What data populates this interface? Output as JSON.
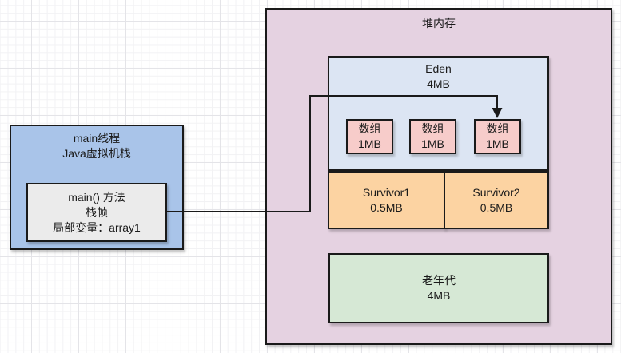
{
  "colors": {
    "canvas-bg": "#ffffff",
    "grid-minor": "#f2f2f4",
    "grid-major": "#e4e4e8",
    "page-divider": "#b9b9b9",
    "stroke": "#1a1a1a",
    "text": "#1a1a1a",
    "main-thread-fill": "#a9c4e9",
    "stack-frame-fill": "#ebebeb",
    "heap-fill": "#e5d2e1",
    "eden-fill": "#dce5f3",
    "array-fill": "#f7ccca",
    "survivor-fill": "#fcd3a2",
    "old-gen-fill": "#d6e8d5"
  },
  "main_thread": {
    "title_line1": "main线程",
    "title_line2": "Java虚拟机栈",
    "stack_frame": {
      "line1": "main() 方法",
      "line2": "栈帧",
      "line3": "局部变量：array1"
    }
  },
  "heap": {
    "title": "堆内存",
    "eden": {
      "name": "Eden",
      "size": "4MB",
      "arrays": [
        {
          "name": "数组",
          "size": "1MB"
        },
        {
          "name": "数组",
          "size": "1MB"
        },
        {
          "name": "数组",
          "size": "1MB"
        }
      ]
    },
    "survivors": [
      {
        "name": "Survivor1",
        "size": "0.5MB"
      },
      {
        "name": "Survivor2",
        "size": "0.5MB"
      }
    ],
    "old_gen": {
      "name": "老年代",
      "size": "4MB"
    }
  }
}
